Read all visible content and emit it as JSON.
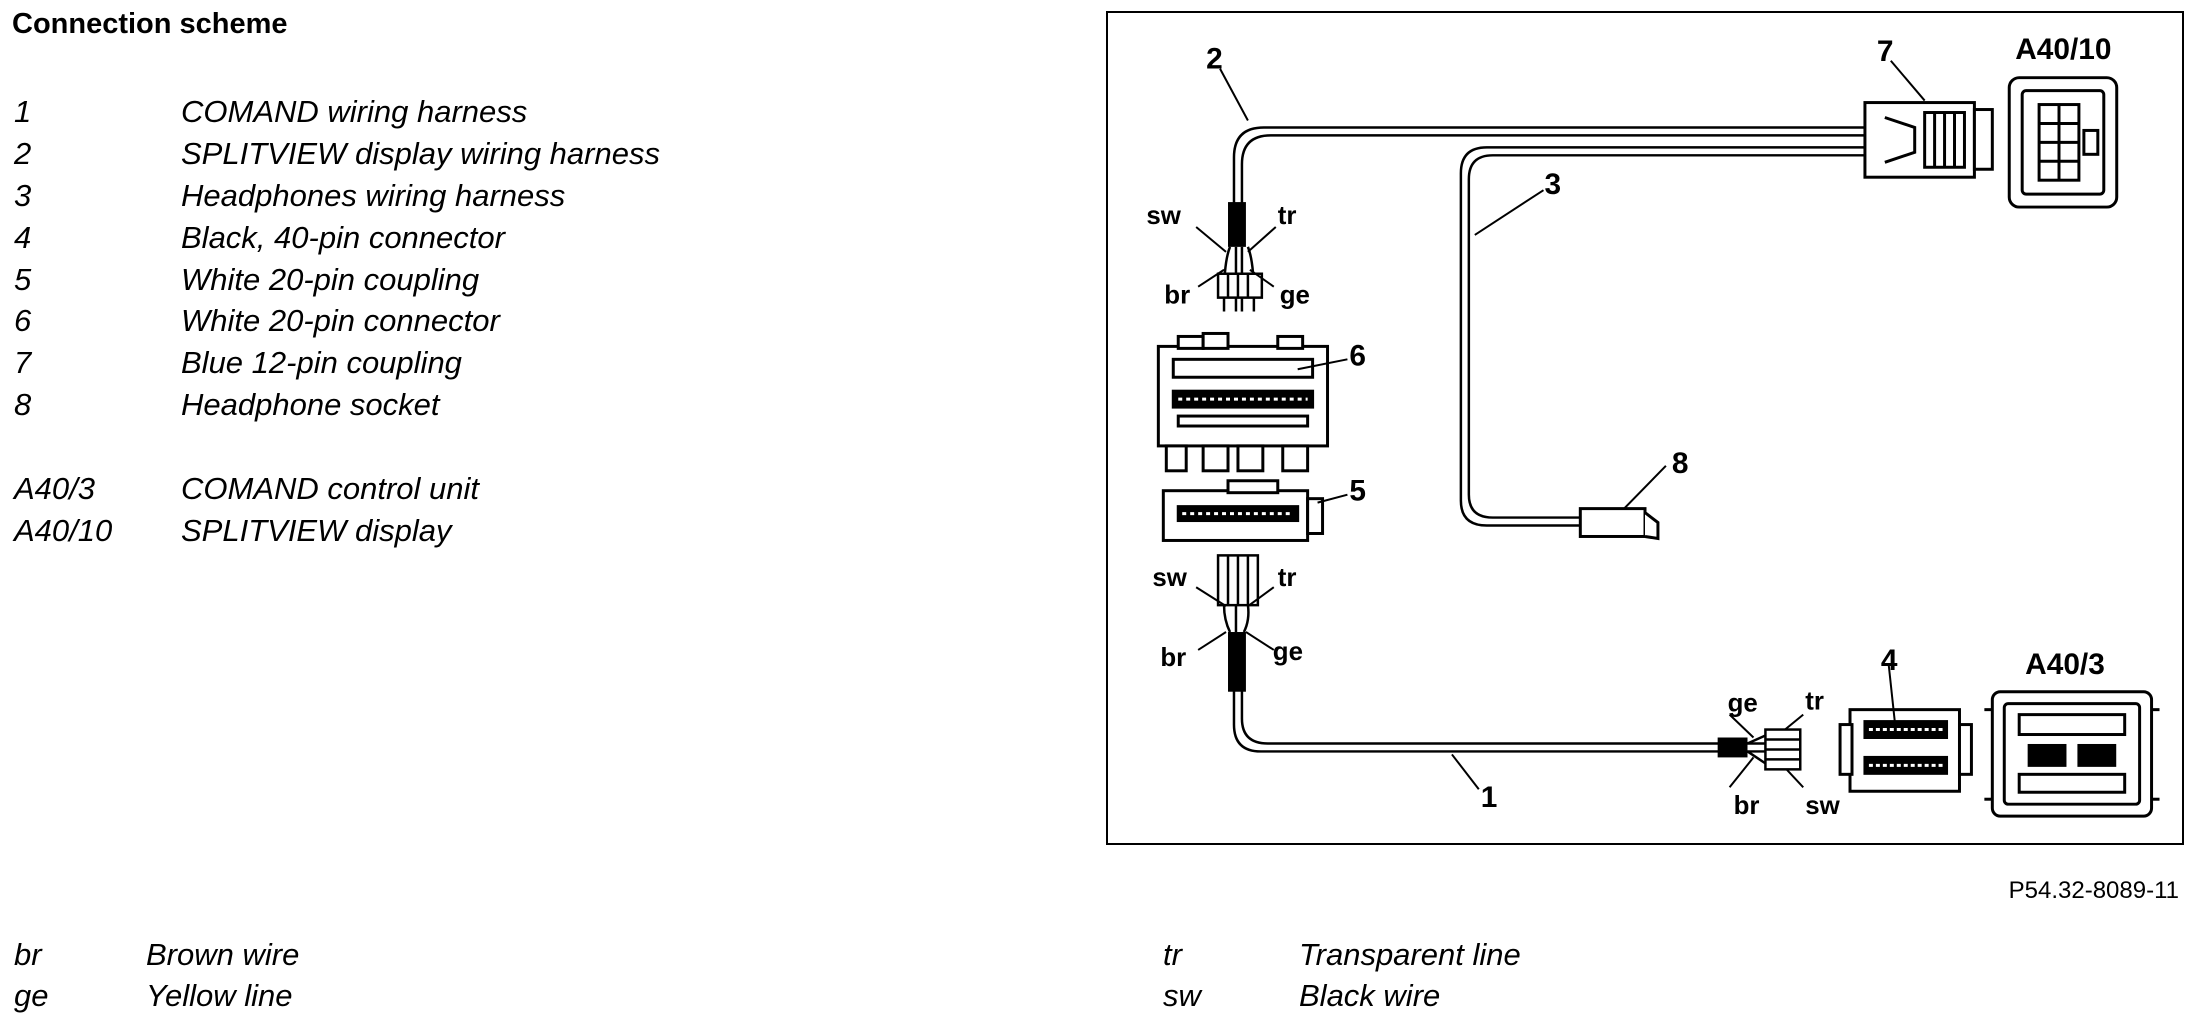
{
  "title": "Connection scheme",
  "legend_items": [
    {
      "key": "1",
      "text": "COMAND wiring harness"
    },
    {
      "key": "2",
      "text": "SPLITVIEW display wiring harness"
    },
    {
      "key": "3",
      "text": "Headphones wiring harness"
    },
    {
      "key": "4",
      "text": "Black, 40-pin connector"
    },
    {
      "key": "5",
      "text": "White 20-pin coupling"
    },
    {
      "key": "6",
      "text": "White 20-pin connector"
    },
    {
      "key": "7",
      "text": "Blue 12-pin coupling"
    },
    {
      "key": "8",
      "text": "Headphone socket"
    }
  ],
  "unit_items": [
    {
      "key": "A40/3",
      "text": "COMAND control unit"
    },
    {
      "key": "A40/10",
      "text": "SPLITVIEW display"
    }
  ],
  "wire_legend_left": [
    {
      "key": "br",
      "text": "Brown wire"
    },
    {
      "key": "ge",
      "text": "Yellow line"
    }
  ],
  "wire_legend_right": [
    {
      "key": "tr",
      "text": "Transparent line"
    },
    {
      "key": "sw",
      "text": "Black wire"
    }
  ],
  "figure_code": "P54.32-8089-11",
  "diagram": {
    "harness_labels": [
      "1",
      "2",
      "3",
      "4",
      "5",
      "6",
      "7",
      "8"
    ],
    "unit_a40_10": "A40/10",
    "unit_a40_3": "A40/3",
    "wire_codes": {
      "sw": "sw",
      "tr": "tr",
      "br": "br",
      "ge": "ge"
    }
  }
}
